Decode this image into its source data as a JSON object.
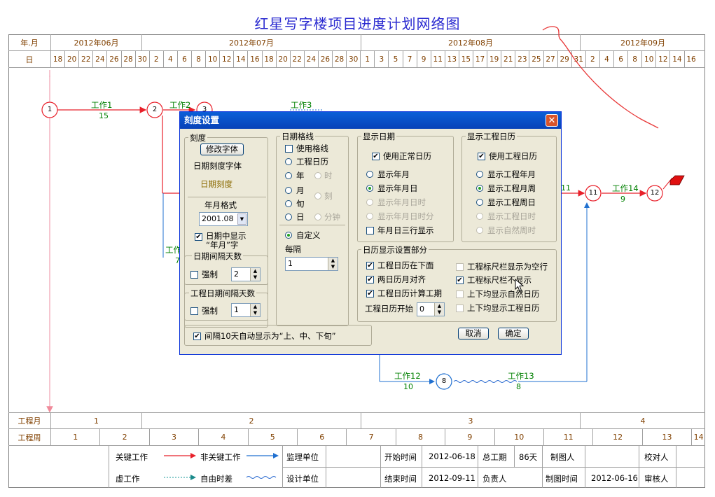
{
  "title": "红星写字楼项目进度计划网络图",
  "timeline": {
    "year_month_label": "年.月",
    "day_label": "日",
    "months": [
      "2012年06月",
      "2012年07月",
      "2012年08月",
      "2012年09月"
    ],
    "days": [
      "18",
      "20",
      "22",
      "24",
      "26",
      "28",
      "30",
      "2",
      "4",
      "6",
      "8",
      "10",
      "12",
      "14",
      "16",
      "18",
      "20",
      "22",
      "24",
      "26",
      "28",
      "30",
      "1",
      "3",
      "5",
      "7",
      "9",
      "11",
      "13",
      "15",
      "17",
      "19",
      "21",
      "23",
      "25",
      "27",
      "29",
      "31",
      "2",
      "4",
      "6",
      "8",
      "10",
      "12",
      "14",
      "16"
    ]
  },
  "network": {
    "nodes": [
      "1",
      "2",
      "3",
      "8",
      "11",
      "12"
    ],
    "works": [
      {
        "name": "工作1",
        "duration": "15"
      },
      {
        "name": "工作2",
        "duration": ""
      },
      {
        "name": "工作3",
        "duration": ""
      },
      {
        "name": "工作14",
        "duration": "9"
      },
      {
        "name": "工作12",
        "duration": "10"
      },
      {
        "name": "工作13",
        "duration": "8"
      },
      {
        "name": "工作",
        "duration": "7"
      }
    ],
    "edge_label_11": "11"
  },
  "bottom": {
    "project_month_label": "工程月",
    "project_week_label": "工程周",
    "project_months": [
      "1",
      "2",
      "3",
      "4"
    ],
    "project_weeks": [
      "1",
      "2",
      "3",
      "4",
      "5",
      "6",
      "7",
      "8",
      "9",
      "10",
      "11",
      "12",
      "13",
      "14"
    ]
  },
  "legend": {
    "critical": "关键工作",
    "noncritical": "非关键工作",
    "virtual": "虚工作",
    "free_float": "自由时差",
    "supervisor": "监理单位",
    "designer": "设计单位",
    "start_label": "开始时间",
    "start_value": "2012-06-18",
    "end_label": "结束时间",
    "end_value": "2012-09-11",
    "total_label": "总工期",
    "total_value": "86天",
    "owner_label": "负责人",
    "drawer_label": "制图人",
    "draw_time_label": "制图时间",
    "draw_time_value": "2012-06-16",
    "checker_label": "校对人",
    "reviewer_label": "审核人"
  },
  "dialog": {
    "title": "刻度设置",
    "close": "✕",
    "scale": {
      "group": "刻度",
      "font_button": "修改字体",
      "font_label": "日期刻度字体",
      "sample": "日期刻度",
      "ym_format_label": "年月格式",
      "ym_format_value": "2001.08",
      "show_ym_text_1": "日期中显示",
      "show_ym_text_2": "“年月”字"
    },
    "date_interval": {
      "group": "日期间隔天数",
      "force": "强制",
      "value": "2"
    },
    "work_interval": {
      "group": "工程日期间隔天数",
      "force": "强制",
      "value": "1"
    },
    "grid": {
      "group": "日期格线",
      "use_grid": "使用格线",
      "opt_workday": "工程日历",
      "opt_year": "年",
      "opt_hour": "时",
      "opt_month": "月",
      "opt_quarter": "刻",
      "opt_xun": "旬",
      "opt_day": "日",
      "opt_minute": "分钟",
      "custom": "自定义",
      "every": "每隔",
      "every_value": "1"
    },
    "show_date": {
      "group": "显示日期",
      "use_normal": "使用正常日历",
      "opt_ym": "显示年月",
      "opt_ymd": "显示年月日",
      "opt_ymdh": "显示年月日时",
      "opt_ymdhm": "显示年月日时分",
      "three_rows": "年月日三行显示"
    },
    "show_work_cal": {
      "group": "显示工程日历",
      "use_work": "使用工程日历",
      "opt_wm": "显示工程年月",
      "opt_ww": "显示工程月周",
      "opt_wwd": "显示工程周日",
      "opt_wdh": "显示工程日时",
      "opt_nat": "显示自然周时"
    },
    "cal_display": {
      "group": "日历显示设置部分",
      "work_below": "工程日历在下面",
      "two_align": "两日历月对齐",
      "calc_period": "工程日历计算工期",
      "start_label": "工程日历开始",
      "start_value": "0",
      "ruler_empty": "工程标尺栏显示为空行",
      "ruler_hide": "工程标尺栏不显示",
      "both_natural": "上下均显示自然日历",
      "both_work": "上下均显示工程日历"
    },
    "auto_xun": "间隔10天自动显示为“上、中、下旬”",
    "cancel": "取消",
    "ok": "确定"
  },
  "colors": {
    "critical": "#e8202a",
    "noncritical": "#2070d0",
    "free": "#2a6ad0",
    "work_text": "#008000",
    "accent_title": "#2a2ad0"
  }
}
